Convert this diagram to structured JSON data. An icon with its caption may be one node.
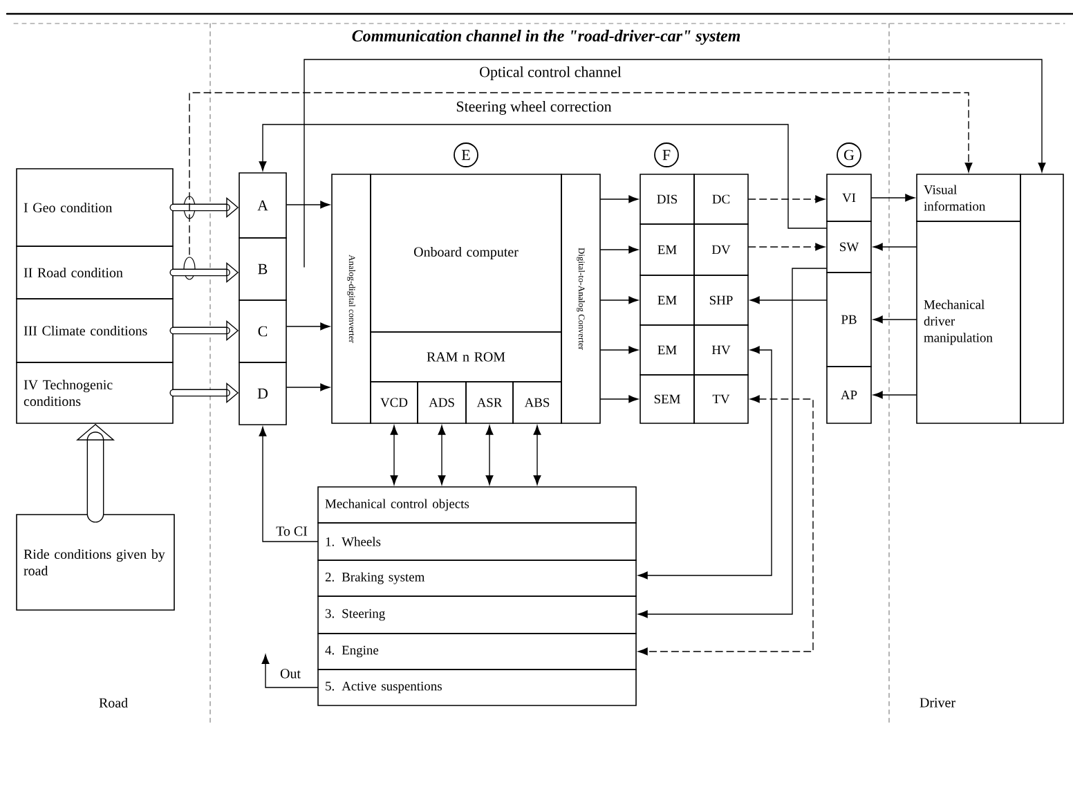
{
  "diagram": {
    "title": "Communication channel in the \"road-driver-car\" system",
    "nodes": [
      {
        "text": [
          "I Geo condition"
        ]
      },
      {
        "text": [
          "II Road condition"
        ]
      },
      {
        "text": [
          "III Climate conditions"
        ]
      },
      {
        "text": [
          "IV Technogenic conditions"
        ]
      },
      {
        "text": [
          "Ride conditions given by road"
        ]
      },
      {
        "text": [
          "A"
        ]
      },
      {
        "text": [
          "B"
        ]
      },
      {
        "text": [
          "C"
        ]
      },
      {
        "text": [
          "D"
        ]
      },
      {
        "text": [
          "Analog-digital converter"
        ]
      },
      {
        "text": [
          "Onboard computer"
        ]
      },
      {
        "text": [
          "RAM n ROM"
        ]
      },
      {
        "text": [
          "VCD"
        ]
      },
      {
        "text": [
          "ADS"
        ]
      },
      {
        "text": [
          "ASR"
        ]
      },
      {
        "text": [
          "ABS"
        ]
      },
      {
        "text": [
          "Digital-to-Analog Converter"
        ]
      },
      {
        "text": [
          "DIS"
        ]
      },
      {
        "text": [
          "DC"
        ]
      },
      {
        "text": [
          "EM"
        ]
      },
      {
        "text": [
          "DV"
        ]
      },
      {
        "text": [
          "EM"
        ]
      },
      {
        "text": [
          "SHP"
        ]
      },
      {
        "text": [
          "EM"
        ]
      },
      {
        "text": [
          "HV"
        ]
      },
      {
        "text": [
          "SEM"
        ]
      },
      {
        "text": [
          "TV"
        ]
      },
      {
        "text": [
          "VI"
        ]
      },
      {
        "text": [
          "SW"
        ]
      },
      {
        "text": [
          "PB"
        ]
      },
      {
        "text": [
          "AP"
        ]
      },
      {
        "text": [
          "Visual information"
        ]
      },
      {
        "text": [
          "Mechanical driver manipulation"
        ]
      },
      {
        "text": [],
        "shape": "box"
      },
      {
        "text": [
          "Mechanical control objects"
        ]
      },
      {
        "text": [
          "1. Wheels"
        ]
      },
      {
        "text": [
          "2. Braking system"
        ]
      },
      {
        "text": [
          "3. Steering"
        ]
      },
      {
        "text": [
          "4. Engine"
        ]
      },
      {
        "text": [
          "5. Active suspentions"
        ]
      }
    ],
    "edges": [
      {
        "from": 0,
        "to": 5,
        "arrow": "to",
        "style": "thick"
      },
      {
        "from": 1,
        "to": 6,
        "arrow": "to",
        "style": "thick"
      },
      {
        "from": 2,
        "to": 7,
        "arrow": "to",
        "style": "thick"
      },
      {
        "from": 3,
        "to": 8,
        "arrow": "to",
        "style": "thick"
      },
      {
        "from": 4,
        "to": 3,
        "arrow": "to",
        "style": "thick"
      },
      {
        "from": 5,
        "to": 9,
        "arrow": "to"
      },
      {
        "from": 7,
        "to": 9,
        "arrow": "to"
      },
      {
        "from": 8,
        "to": 9,
        "arrow": "to"
      },
      {
        "from": 16,
        "to": 17,
        "arrow": "to"
      },
      {
        "from": 16,
        "to": 19,
        "arrow": "to"
      },
      {
        "from": 16,
        "to": 21,
        "arrow": "to"
      },
      {
        "from": 16,
        "to": 23,
        "arrow": "to"
      },
      {
        "from": 16,
        "to": 25,
        "arrow": "to"
      },
      {
        "from": 18,
        "to": 27,
        "arrow": "to",
        "style": "dashed"
      },
      {
        "from": 20,
        "to": 28,
        "arrow": "to",
        "style": "dashed"
      },
      {
        "from": 27,
        "to": 31,
        "arrow": "to"
      },
      {
        "from": 32,
        "to": 28,
        "arrow": "to"
      },
      {
        "from": 32,
        "to": 29,
        "arrow": "to"
      },
      {
        "from": 32,
        "to": 30,
        "arrow": "to"
      },
      {
        "from": 29,
        "to": 22,
        "arrow": "to"
      },
      {
        "from": 24,
        "to": 36,
        "arrow": "both"
      },
      {
        "from": 28,
        "to": 37,
        "arrow": "to"
      },
      {
        "from": 26,
        "to": 38,
        "arrow": "both",
        "style": "dashed"
      },
      {
        "from": 12,
        "to": 34,
        "arrow": "both"
      },
      {
        "from": 13,
        "to": 34,
        "arrow": "both"
      },
      {
        "from": 14,
        "to": 34,
        "arrow": "both"
      },
      {
        "from": 15,
        "to": 34,
        "arrow": "both"
      },
      {
        "from": 35,
        "to": 8,
        "arrow": "to",
        "label": "To CI"
      },
      {
        "from": 39,
        "to": null,
        "arrow": "to",
        "label": "Out"
      },
      {
        "from": null,
        "to": 33,
        "arrow": "to"
      },
      {
        "from": 1,
        "to": 31,
        "arrow": "to",
        "style": "dashed"
      },
      {
        "from": 28,
        "to": 5,
        "arrow": "to"
      }
    ],
    "labels": [
      "Optical control channel",
      "Steering wheel correction",
      "E",
      "F",
      "G",
      "Road",
      "Driver"
    ]
  }
}
